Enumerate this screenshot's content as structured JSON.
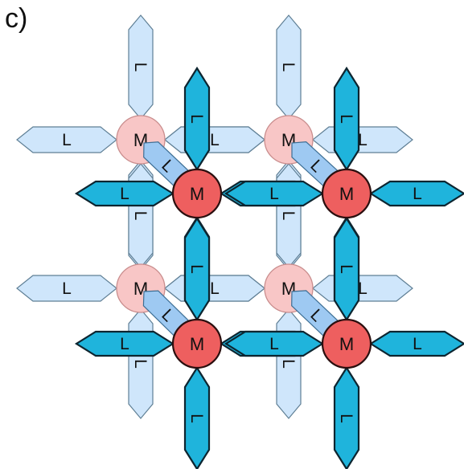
{
  "panel_label": "c)",
  "metal_label": "M",
  "ligand_label": "L",
  "colors": {
    "back_ligand_fill": "#cfe6fb",
    "back_ligand_stroke": "#5f7f95",
    "front_ligand_fill": "#1fb4dc",
    "front_ligand_stroke": "#0d2530",
    "bridge_fill": "#9ec9f2",
    "bridge_stroke": "#3d6f95",
    "back_metal_fill": "#f8c6c6",
    "back_metal_stroke": "#c98d8d",
    "front_metal_fill": "#ee5f5f",
    "front_metal_stroke": "#2b0f0f"
  }
}
